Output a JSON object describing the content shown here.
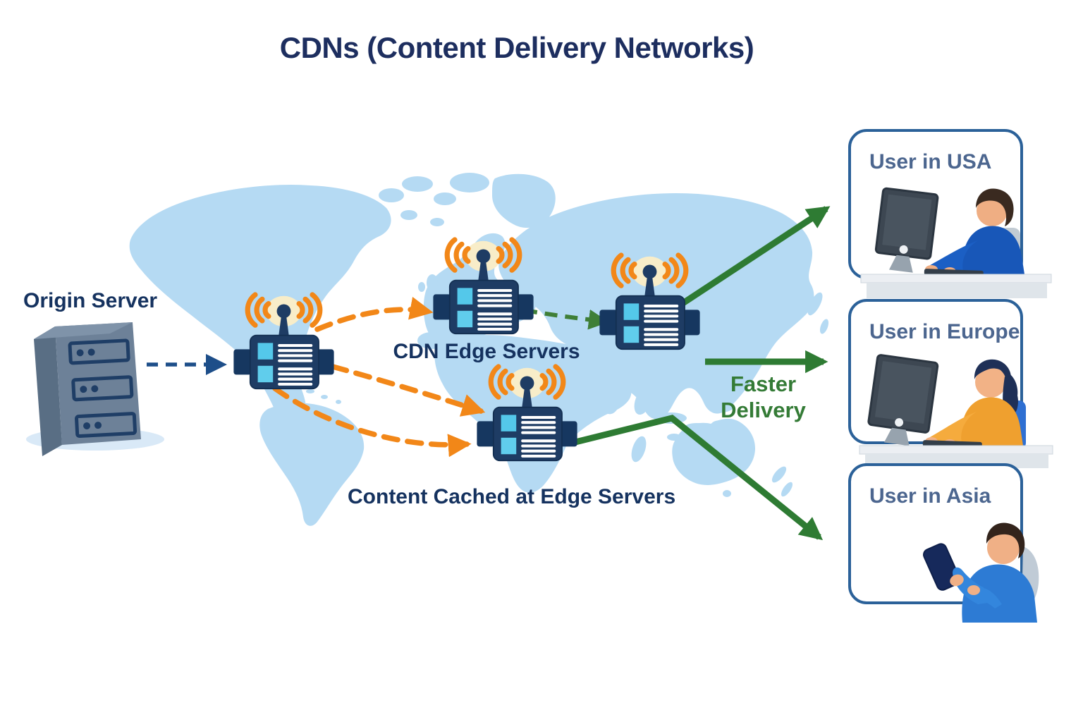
{
  "title": "CDNs (Content Delivery Networks)",
  "diagram": {
    "origin_server_label": "Origin Server",
    "cdn_edge_servers_label": "CDN Edge Servers",
    "content_cached_label": "Content Cached at Edge Servers",
    "faster_delivery": [
      "Faster",
      "Delivery"
    ]
  },
  "user_cards": [
    {
      "id": "usa",
      "label": "User in USA"
    },
    {
      "id": "europe",
      "label": "User in Europe"
    },
    {
      "id": "asia",
      "label": "User in Asia"
    }
  ],
  "icons": {
    "origin_server": "server-tower-icon",
    "edge_server": "edge-server-wifi-icon"
  },
  "colors": {
    "title_navy": "#1d2e5f",
    "label_navy": "#15325f",
    "map_blue": "#b5daf3",
    "server_navy": "#1e3c64",
    "cyan_panel": "#54c8ea",
    "wifi_orange": "#f28718",
    "dashed_blue": "#1d4e89",
    "dashed_green": "#3f7f37",
    "solid_green": "#2e7b33",
    "card_border_blue": "#2b6199",
    "card_label_blue": "#4c668f",
    "origin_gray": "#6d8198"
  }
}
